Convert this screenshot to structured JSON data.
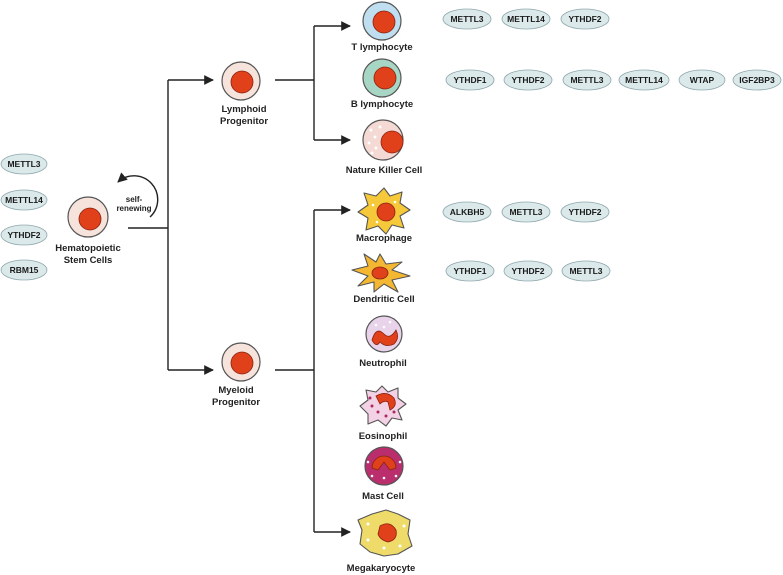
{
  "hsc": {
    "label_line1": "Hematopoietic",
    "label_line2": "Stem Cells",
    "self_renew_line1": "self-",
    "self_renew_line2": "renewing",
    "markers": [
      "METTL3",
      "METTL14",
      "YTHDF2",
      "RBM15"
    ]
  },
  "lymphoid": {
    "label_line1": "Lymphoid",
    "label_line2": "Progenitor"
  },
  "myeloid": {
    "label_line1": "Myeloid",
    "label_line2": "Progenitor"
  },
  "cells": {
    "t_lymphocyte": {
      "label": "T lymphocyte",
      "markers": [
        "METTL3",
        "METTL14",
        "YTHDF2"
      ]
    },
    "b_lymphocyte": {
      "label": "B lymphocyte",
      "markers": [
        "YTHDF1",
        "YTHDF2",
        "METTL3",
        "METTL14",
        "WTAP",
        "IGF2BP3"
      ]
    },
    "nk_cell": {
      "label": "Nature Killer Cell",
      "markers": []
    },
    "macrophage": {
      "label": "Macrophage",
      "markers": [
        "ALKBH5",
        "METTL3",
        "YTHDF2"
      ]
    },
    "dendritic_cell": {
      "label": "Dendritic Cell",
      "markers": [
        "YTHDF1",
        "YTHDF2",
        "METTL3"
      ]
    },
    "neutrophil": {
      "label": "Neutrophil",
      "markers": []
    },
    "eosinophil": {
      "label": "Eosinophil",
      "markers": []
    },
    "mast_cell": {
      "label": "Mast Cell",
      "markers": []
    },
    "megakaryocyte": {
      "label": "Megakaryocyte",
      "markers": []
    }
  },
  "colors": {
    "nucleus": "#e0401a",
    "progenitor_cytoplasm": "#f6e3dc",
    "t_cell_cytoplasm": "#bfdff0",
    "b_cell_cytoplasm": "#a8d6c4",
    "nk_cytoplasm": "#f4d9d4",
    "macrophage": "#f5c93a",
    "dendritic": "#f3b732",
    "neutrophil": "#e9d3ea",
    "eosinophil": "#f2d2e4",
    "mast": "#ba2e6e",
    "megakaryocyte": "#eedb6a",
    "marker_fill": "#dbe9ea"
  }
}
